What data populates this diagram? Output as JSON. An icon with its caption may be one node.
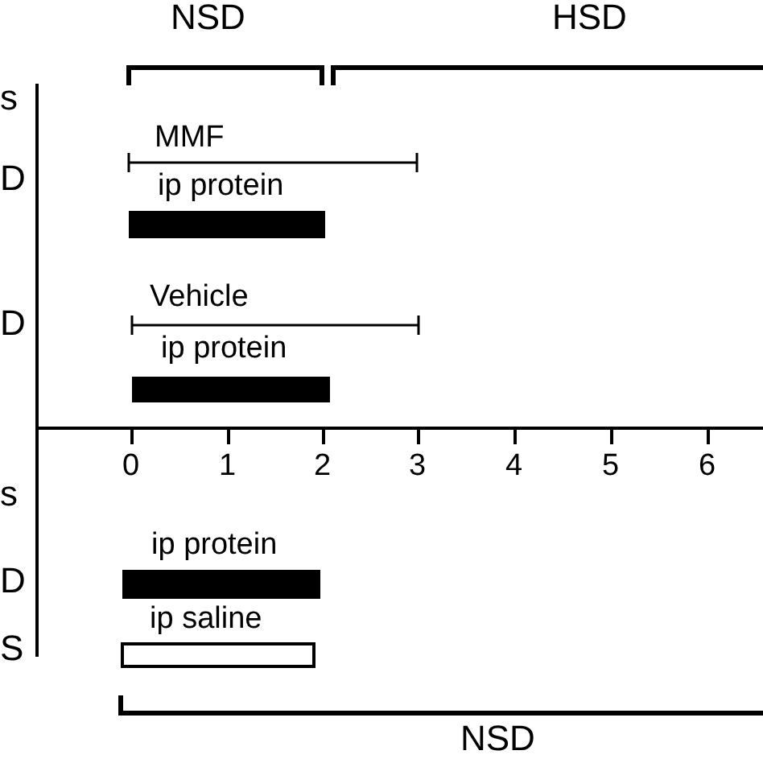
{
  "diagram": {
    "nodes": [
      {
        "text": [
          "ip protein"
        ]
      },
      {
        "text": [
          "ip protein"
        ]
      },
      {
        "text": [
          "ip protein"
        ]
      },
      {
        "text": [
          "ip saline"
        ]
      }
    ],
    "labels": [
      "NSD",
      "HSD",
      "s",
      "MMF",
      "D",
      "Vehicle",
      "D",
      "0",
      "1",
      "2",
      "3",
      "4",
      "5",
      "6",
      "s",
      "D",
      "S",
      "NSD"
    ]
  }
}
